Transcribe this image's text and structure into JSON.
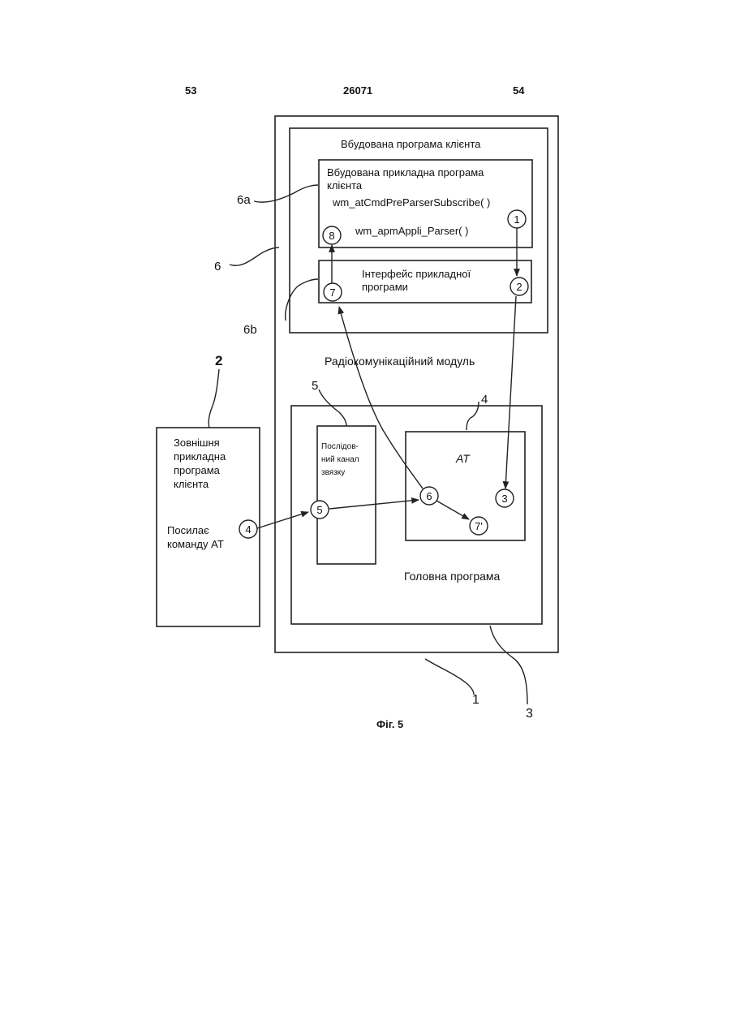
{
  "header": {
    "page_left": "53",
    "doc_number": "26071",
    "page_right": "54"
  },
  "labels": {
    "embedded_program": "Вбудована програма клієнта",
    "embedded_app_line1": "Вбудована прикладна програма",
    "embedded_app_line2": "клієнта",
    "func_subscribe": "wm_atCmdPreParserSubscribe( )",
    "func_parser": "wm_apmAppli_Parser( )",
    "api_line1": "Інтерфейс прикладної",
    "api_line2": "програми",
    "radio_module": "Радіокомунікаційний модуль",
    "at_block": "AT",
    "serial_line1": "Послідов-",
    "serial_line2": "ний канал",
    "serial_line3": "звязку",
    "main_program": "Головна програма",
    "external_line1": "Зовнішня",
    "external_line2": "прикладна",
    "external_line3": "програма",
    "external_line4": "клієнта",
    "sends_line1": "Посилає",
    "sends_line2": "команду AT"
  },
  "refs": {
    "r1": "1",
    "r2": "2",
    "r3": "3",
    "r4": "4",
    "r5": "5",
    "r6": "6",
    "r6a": "6a",
    "r6b": "6b"
  },
  "steps": {
    "s1": "1",
    "s2": "2",
    "s3": "3",
    "s4": "4",
    "s5": "5",
    "s6": "6",
    "s7": "7",
    "s7p": "7'",
    "s8": "8"
  },
  "caption": "Фіг. 5"
}
